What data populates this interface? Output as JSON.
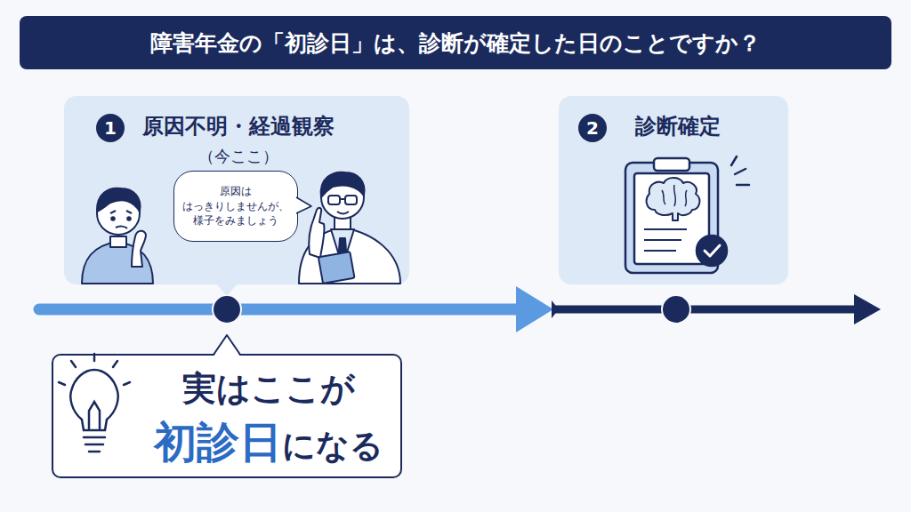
{
  "diagram": {
    "title": "障害年金の「初診日」は、診断が確定した日のことですか？",
    "nodes": [
      {
        "text": [
          "1",
          "原因不明・経過観察",
          "（今ここ）"
        ]
      },
      {
        "text": [
          "原因は はっきりしませんが、 様子をみましょう"
        ],
        "in": 0
      },
      {
        "text": [
          "2",
          "診断確定"
        ]
      },
      {
        "text": [
          "実はここが",
          "初診日",
          "になる"
        ]
      }
    ]
  }
}
